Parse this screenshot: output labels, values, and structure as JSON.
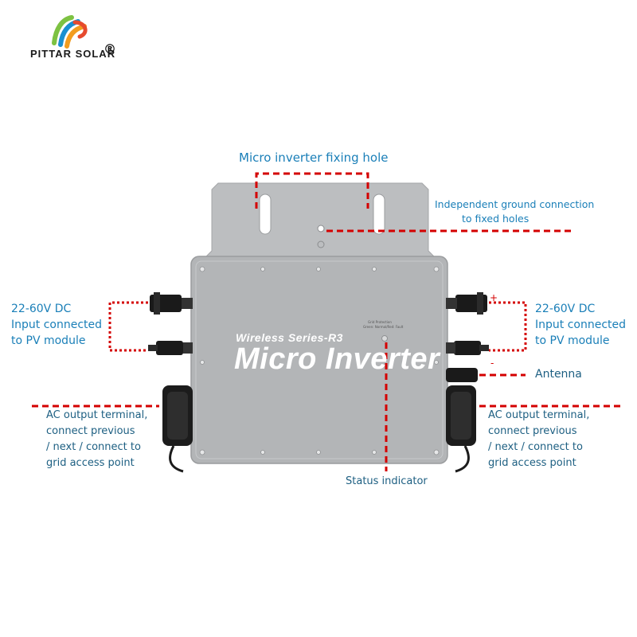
{
  "logo": {
    "text": "PITTAR SOLAR",
    "registered": "®"
  },
  "device": {
    "series": "Wireless Series-R3",
    "name": "Micro Inverter",
    "indicator_line1": "Grid Protection",
    "indicator_line2": "Green: Normal/Red: Fault"
  },
  "labels": {
    "fixing_hole": "Micro inverter fixing hole",
    "ground_line1": "Independent ground connection",
    "ground_line2": "to fixed holes",
    "dc_left_line1": "22-60V DC",
    "dc_left_line2": "Input connected",
    "dc_left_line3": "to PV module",
    "dc_right_line1": "22-60V DC",
    "dc_right_line2": "Input connected",
    "dc_right_line3": "to PV module",
    "plus": "+",
    "minus": "-",
    "antenna": "Antenna",
    "ac_left_line1": "AC output terminal,",
    "ac_left_line2": "connect previous",
    "ac_left_line3": "/ next / connect to",
    "ac_left_line4": "grid access point",
    "ac_right_line1": "AC output terminal,",
    "ac_right_line2": "connect previous",
    "ac_right_line3": "/ next / connect to",
    "ac_right_line4": "grid access point",
    "status": "Status indicator"
  },
  "colors": {
    "label_blue": "#1a7fb8",
    "leader_red": "#d40000",
    "device_gray": "#b3b5b7"
  }
}
